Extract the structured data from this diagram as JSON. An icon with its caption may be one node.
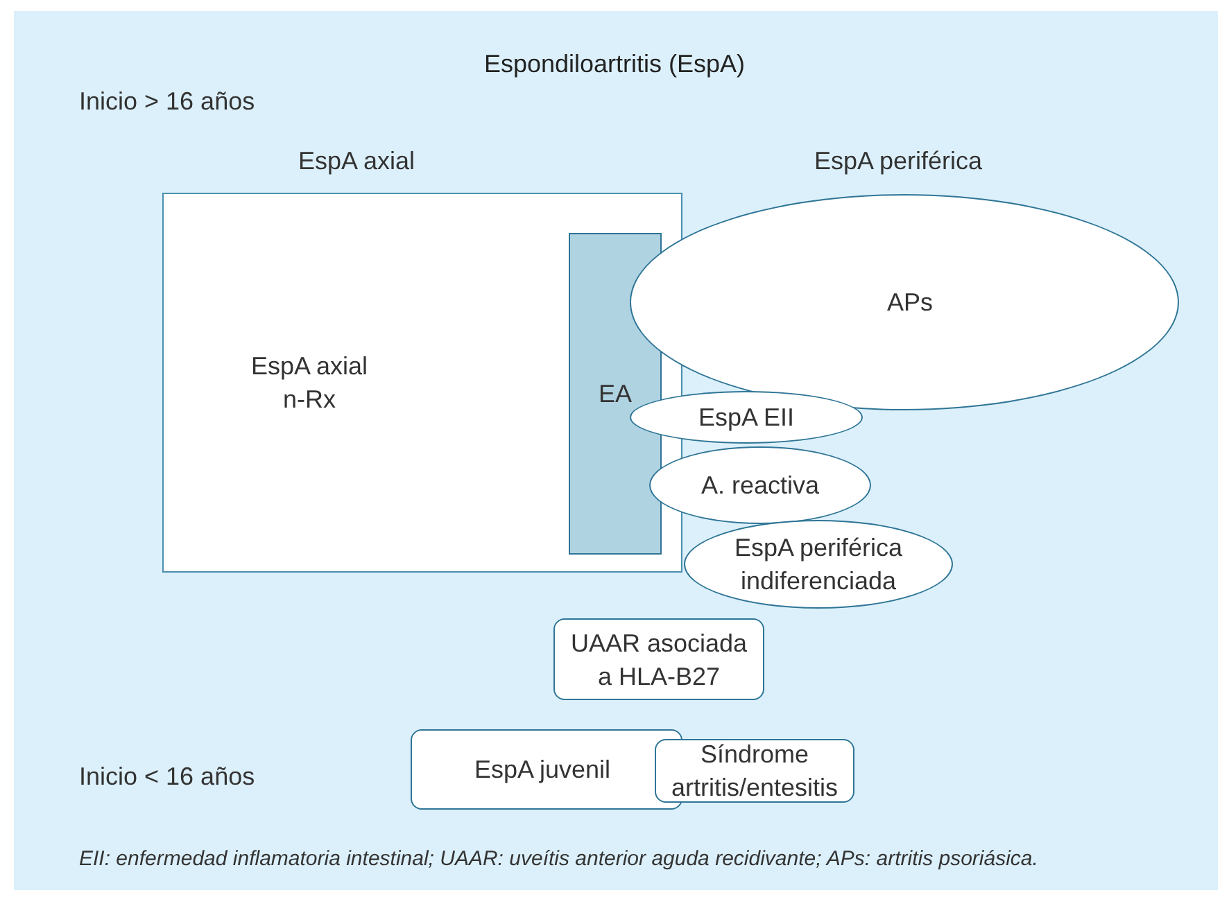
{
  "diagram": {
    "title": "Espondiloartritis (EspA)",
    "nodes": [
      {
        "text": [
          "EspA axial n-Rx"
        ]
      },
      {
        "text": [
          "EA"
        ],
        "in": 0
      },
      {
        "text": [
          "APs"
        ]
      },
      {
        "text": [
          "EspA EII"
        ]
      },
      {
        "text": [
          "A. reactiva"
        ]
      },
      {
        "text": [
          "EspA periférica indiferenciada"
        ]
      },
      {
        "text": [
          "UAAR asociada a HLA-B27"
        ]
      },
      {
        "text": [
          "EspA juvenil"
        ]
      },
      {
        "text": [
          "Síndrome artritis/entesitis"
        ]
      }
    ],
    "labels": [
      "Inicio > 16 años",
      "EspA axial",
      "EspA periférica",
      "Inicio < 16 años"
    ],
    "caption": "EII: enfermedad inflamatoria intestinal; UAAR: uveítis anterior aguda recidivante; APs: artritis psoriásica."
  }
}
